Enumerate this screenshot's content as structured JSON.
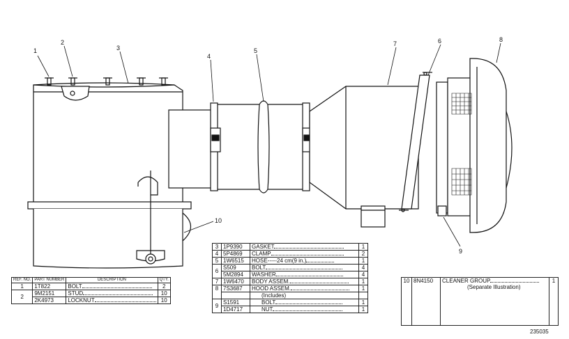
{
  "callouts": [
    "1",
    "2",
    "3",
    "4",
    "5",
    "7",
    "6",
    "8",
    "9",
    "10"
  ],
  "table_left": {
    "headers": [
      "REF. NO.",
      "PART NUMBER",
      "DESCRIPTION",
      "QTY."
    ],
    "rows": [
      {
        "ref": "1",
        "part": "1T822",
        "desc": "BOLT",
        "qty": "2"
      },
      {
        "ref": "2",
        "part": "9M2151",
        "desc": "STUD",
        "qty": "10"
      },
      {
        "ref": "",
        "part": "2K4973",
        "desc": "LOCKNUT",
        "qty": "10"
      }
    ]
  },
  "table_mid": {
    "rows": [
      {
        "ref": "3",
        "part": "1P9390",
        "desc": "GASKET",
        "qty": "1"
      },
      {
        "ref": "4",
        "part": "5P4869",
        "desc": "CLAMP",
        "qty": "2"
      },
      {
        "ref": "5",
        "part": "1W6515",
        "desc": "HOSE-----24 cm(9 in.)",
        "qty": "1"
      },
      {
        "ref": "6",
        "part": "S509",
        "desc": "BOLT",
        "qty": "4"
      },
      {
        "ref": "",
        "part": "5M2894",
        "desc": "WASHER",
        "qty": "4"
      },
      {
        "ref": "7",
        "part": "1W6470",
        "desc": "BODY ASSEM.",
        "qty": "1"
      },
      {
        "ref": "8",
        "part": "7S3687",
        "desc": "HOOD ASSEM.",
        "qty": "1"
      },
      {
        "ref": "",
        "part": "",
        "desc": "(Includes)",
        "qty": ""
      },
      {
        "ref": "9",
        "part": "S1591",
        "desc": "BOLT",
        "qty": "1"
      },
      {
        "ref": "",
        "part": "1D4717",
        "desc": "NUT",
        "qty": "1"
      }
    ]
  },
  "table_right": {
    "ref": "10",
    "part": "8N4150",
    "desc": "CLEANER GROUP",
    "note": "(Separate Illustration)",
    "qty": "1"
  },
  "figure_number": "235035"
}
